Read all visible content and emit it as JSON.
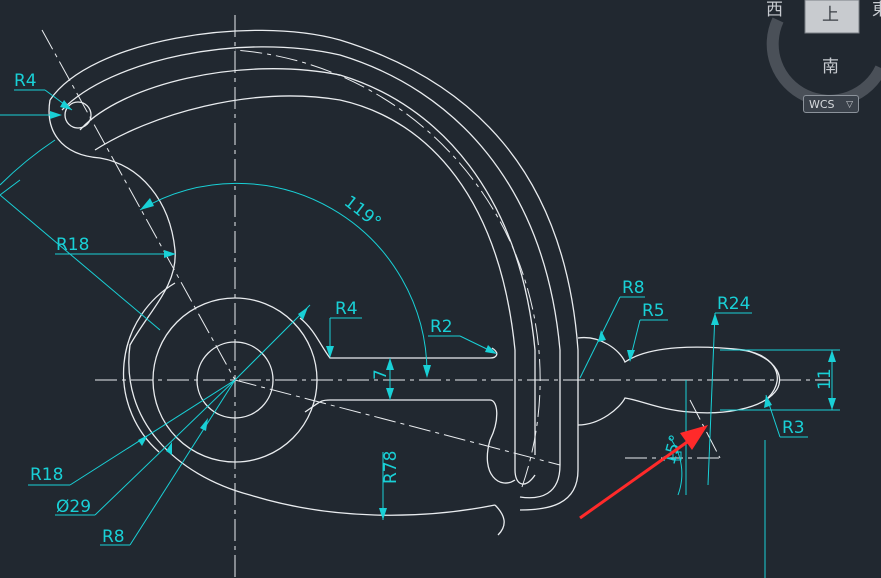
{
  "drawing": {
    "dimensions": {
      "r4_top": "R4",
      "r18_left": "R18",
      "angle": "119°",
      "r4_mid": "R4",
      "r2": "R2",
      "seven": "7",
      "r8_right": "R8",
      "r5": "R5",
      "r24": "R24",
      "eleven": "11",
      "r3": "R3",
      "fifteen": "15°",
      "r78": "R78",
      "r18_bottom": "R18",
      "dia29": "Ø29",
      "r8_bottom": "R8"
    }
  },
  "viewcube": {
    "west": "西",
    "top_face": "上",
    "south": "南",
    "east_partial": "東"
  },
  "wcs": {
    "label": "WCS",
    "caret": "▽"
  },
  "colors": {
    "background": "#212830",
    "geometry": "#e9ecef",
    "dimension": "#19d0d6",
    "annotation_arrow": "#ff2a2a"
  }
}
